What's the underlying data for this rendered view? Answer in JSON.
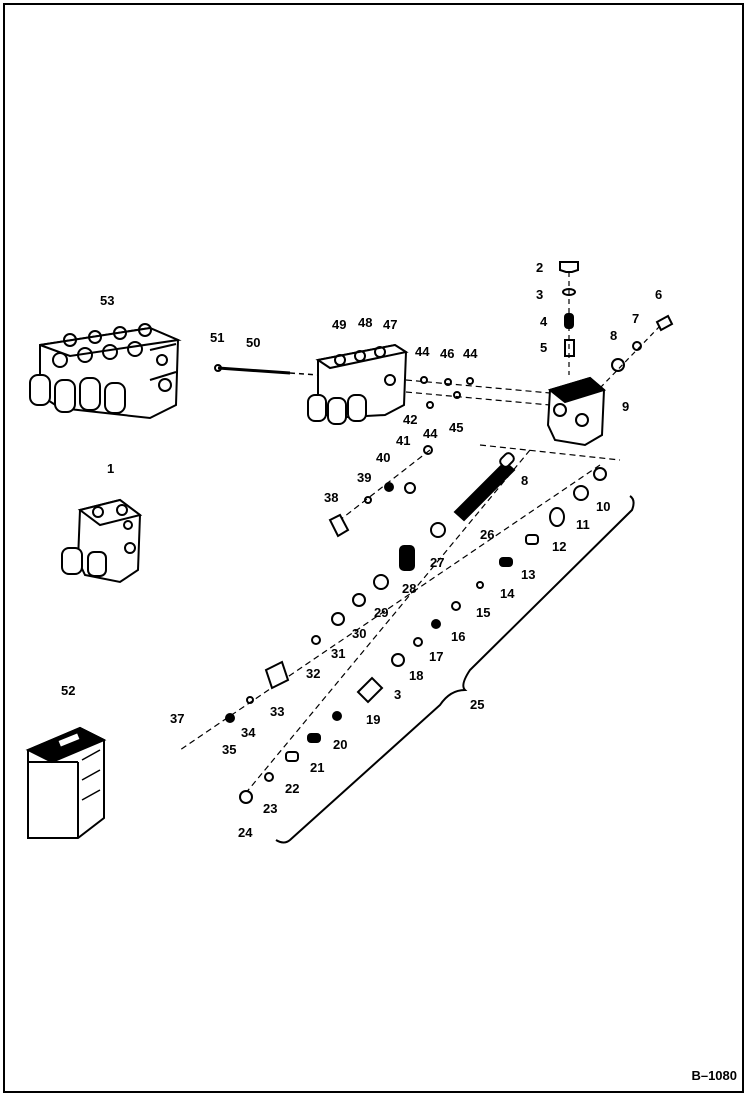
{
  "figure_ref": "B–1080",
  "callouts": [
    "1",
    "2",
    "3",
    "4",
    "5",
    "6",
    "7",
    "8",
    "9",
    "10",
    "11",
    "12",
    "13",
    "14",
    "15",
    "16",
    "17",
    "18",
    "19",
    "20",
    "21",
    "22",
    "23",
    "24",
    "25",
    "26",
    "27",
    "28",
    "29",
    "30",
    "31",
    "32",
    "33",
    "34",
    "35",
    "37",
    "38",
    "39",
    "40",
    "41",
    "42",
    "44",
    "45",
    "46",
    "47",
    "48",
    "49",
    "50",
    "51",
    "52",
    "53"
  ],
  "parts": {
    "valve_assembly_53": "valve-assembly",
    "single_section_valve_1": "single-section-valve",
    "valve_body_47_49": "valve-body-sections",
    "end_section_9": "end-section",
    "tie_rod_50": "tie-rod",
    "seal_kit_52": "seal-kit-box"
  }
}
